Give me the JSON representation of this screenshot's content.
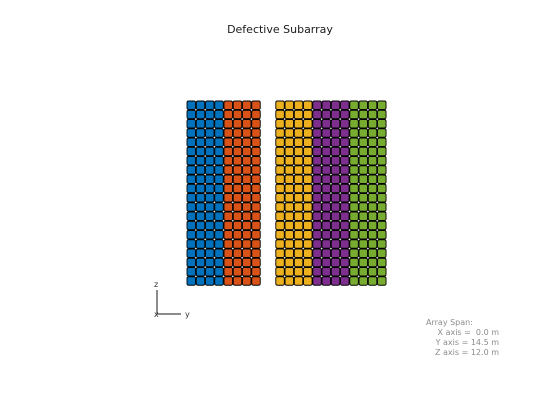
{
  "chart_data": {
    "type": "heatmap",
    "title": "Defective Subarray",
    "view": "YZ",
    "grid_rows": 20,
    "column_groups": [
      {
        "color": "#0072BD",
        "columns": 4
      },
      {
        "color": "#D95319",
        "columns": 4
      },
      {
        "gap_columns": 1.6
      },
      {
        "color": "#EDB120",
        "columns": 4
      },
      {
        "color": "#7E2F8E",
        "columns": 4
      },
      {
        "color": "#77AC30",
        "columns": 4
      }
    ],
    "triad": {
      "x_label": "x",
      "y_label": "y",
      "z_label": "z"
    },
    "array_span": {
      "heading": "Array Span:",
      "rows": [
        {
          "label": "X axis = ",
          "value": " 0.0 m"
        },
        {
          "label": "Y axis = ",
          "value": "14.5 m"
        },
        {
          "label": "Z axis = ",
          "value": "12.0 m"
        }
      ]
    }
  }
}
